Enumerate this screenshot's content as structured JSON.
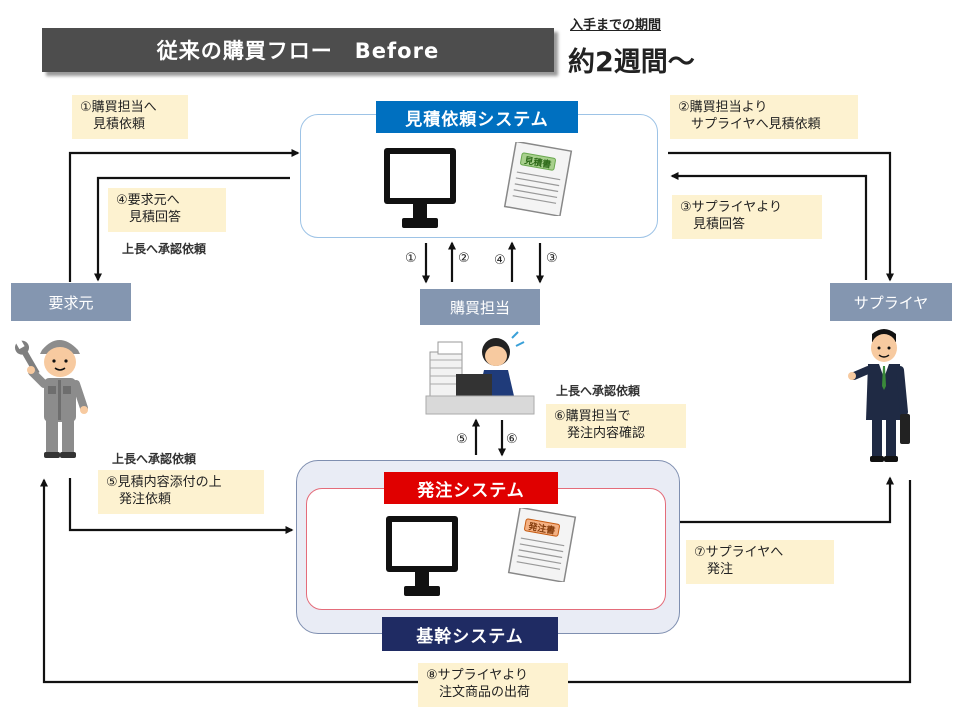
{
  "title": "従来の購買フロー　Before",
  "period": {
    "label": "入手までの期間",
    "value": "約2週間～"
  },
  "systems": {
    "quote": "見積依頼システム",
    "order": "発注システム",
    "core": "基幹システム"
  },
  "actors": {
    "requester": "要求元",
    "buyer": "購買担当",
    "supplier": "サプライヤ"
  },
  "documents": {
    "quote_doc": "見積書",
    "order_doc": "発注書"
  },
  "notes": {
    "n1": "①購買担当へ\n　見積依頼",
    "n2": "②購買担当より\n　サプライヤへ見積依頼",
    "n3": "③サプライヤより\n　見積回答",
    "n4": "④要求元へ\n　見積回答",
    "n5": "⑤見積内容添付の上\n　発注依頼",
    "n6": "⑥購買担当で\n　発注内容確認",
    "n7": "⑦サプライヤへ\n　発注",
    "n8": "⑧サプライヤより\n　注文商品の出荷"
  },
  "approvals": {
    "a1": "上長へ承認依頼",
    "a2": "上長へ承認依頼",
    "a3": "上長へ承認依頼"
  },
  "step_numbers": {
    "s1": "①",
    "s2": "②",
    "s3": "③",
    "s4": "④",
    "s5": "⑤",
    "s6": "⑥"
  },
  "colors": {
    "title_bar": "#4d4d4d",
    "quote_label": "#0070c0",
    "order_label": "#e00000",
    "core_label": "#1f2b63",
    "actor_label": "#8496b0",
    "note_bg": "#fdf2d0"
  },
  "icons": [
    "monitor-icon",
    "document-icon",
    "worker-icon",
    "businessman-icon",
    "busy-office-worker-icon"
  ]
}
